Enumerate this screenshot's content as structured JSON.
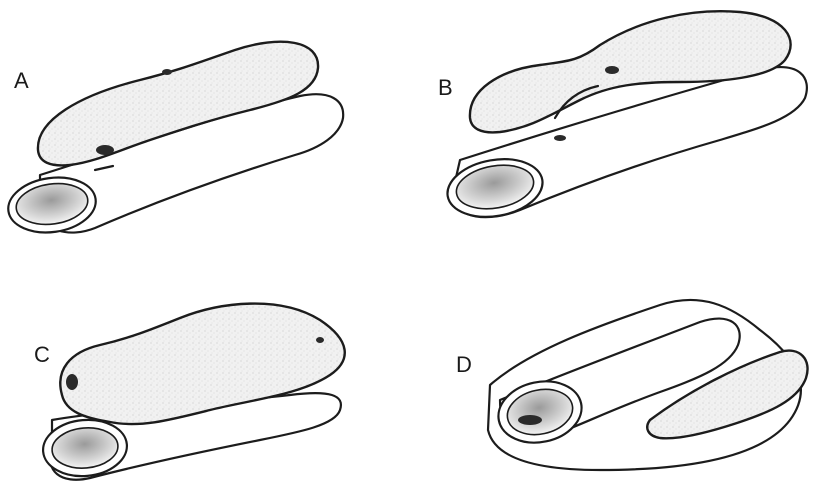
{
  "panels": [
    {
      "id": "A",
      "label": "A"
    },
    {
      "id": "B",
      "label": "B"
    },
    {
      "id": "C",
      "label": "C"
    },
    {
      "id": "D",
      "label": "D"
    }
  ]
}
